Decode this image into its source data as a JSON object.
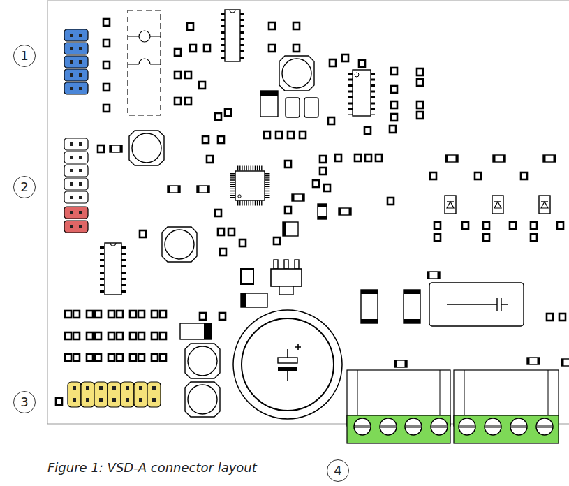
{
  "diagram": {
    "caption": "Figure 1: VSD-A connector layout",
    "nodes": [
      {
        "text": [
          "1"
        ]
      },
      {
        "text": [
          "2"
        ]
      },
      {
        "text": [
          "3"
        ]
      },
      {
        "text": [
          "4"
        ]
      }
    ]
  }
}
